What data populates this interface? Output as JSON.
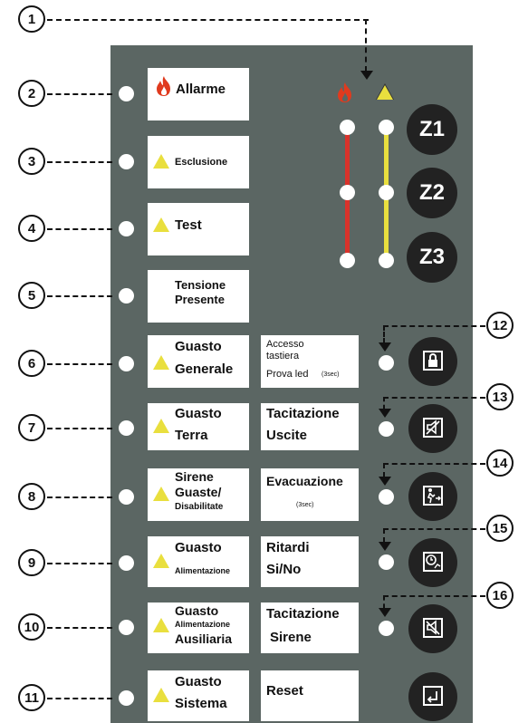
{
  "callouts": [
    "1",
    "2",
    "3",
    "4",
    "5",
    "6",
    "7",
    "8",
    "9",
    "10",
    "11",
    "12",
    "13",
    "14",
    "15",
    "16"
  ],
  "left_labels": {
    "allarme": "Allarme",
    "esclusione": "Esclusione",
    "test": "Test",
    "tensione_l1": "Tensione",
    "tensione_l2": "Presente",
    "guasto_generale_l1": "Guasto",
    "guasto_generale_l2": "Generale",
    "guasto_terra_l1": "Guasto",
    "guasto_terra_l2": "Terra",
    "sirene_l1": "Sirene",
    "sirene_l2": "Guaste/",
    "sirene_l3": "Disabilitate",
    "alim_l1": "Guasto",
    "alim_l2": "Alimentazione",
    "aux_l1": "Guasto",
    "aux_l2": "Alimentazione",
    "aux_l3": "Ausiliaria",
    "sistema_l1": "Guasto",
    "sistema_l2": "Sistema"
  },
  "right_labels": {
    "accesso_l1": "Accesso",
    "accesso_l2": "tastiera",
    "accesso_l3": "Prova led",
    "accesso_note": "(3sec)",
    "tacit_uscite_l1": "Tacitazione",
    "tacit_uscite_l2": "Uscite",
    "evacuazione": "Evacuazione",
    "evacuazione_note": "(3sec)",
    "ritardi_l1": "Ritardi",
    "ritardi_l2": "Si/No",
    "tacit_sirene_l1": "Tacitazione",
    "tacit_sirene_l2": "Sirene",
    "reset": "Reset"
  },
  "zones": [
    "Z1",
    "Z2",
    "Z3"
  ],
  "colors": {
    "panel": "#5b6663",
    "alarm_bar": "#d9322b",
    "fault_bar": "#e9df3e",
    "warning_triangle": "#e9df3e",
    "flame": "#e03a1e",
    "button": "#222222"
  },
  "icons": [
    "flame-icon",
    "warning-triangle-icon",
    "lock-icon",
    "mute-outputs-icon",
    "evacuation-icon",
    "delay-icon",
    "mute-sirens-icon",
    "reset-icon"
  ]
}
